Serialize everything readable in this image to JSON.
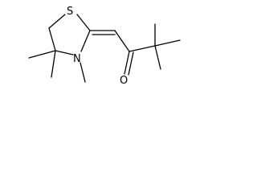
{
  "molecule": {
    "atoms": {
      "sulfur": "S",
      "nitrogen": "N",
      "oxygen": "O"
    },
    "colors": {
      "bond": "#000000",
      "background": "#ffffff"
    }
  }
}
